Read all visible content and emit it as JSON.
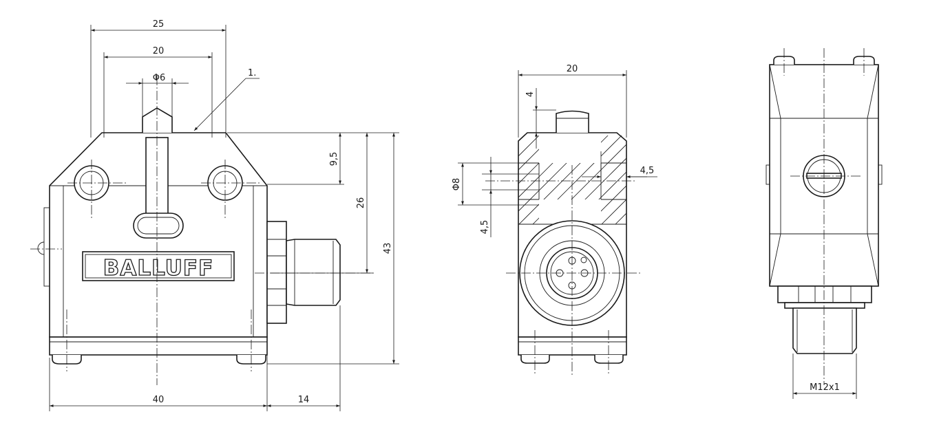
{
  "drawing": {
    "brand_logo": "BALLUFF",
    "front_view": {
      "dim_width_top": "25",
      "dim_width_holes": "20",
      "dim_plunger_dia": "Φ6",
      "callout": "1.",
      "dim_plunger_height": "9,5",
      "dim_hole_height": "26",
      "dim_total_height": "43",
      "dim_body_width": "40",
      "dim_connector_length": "14"
    },
    "side_view": {
      "dim_width": "20",
      "dim_top": "4",
      "dim_bore_dia": "Φ8",
      "dim_bore_depth": "4,5",
      "dim_bore_offset": "4,5"
    },
    "back_view": {
      "dim_thread": "M12x1"
    }
  }
}
